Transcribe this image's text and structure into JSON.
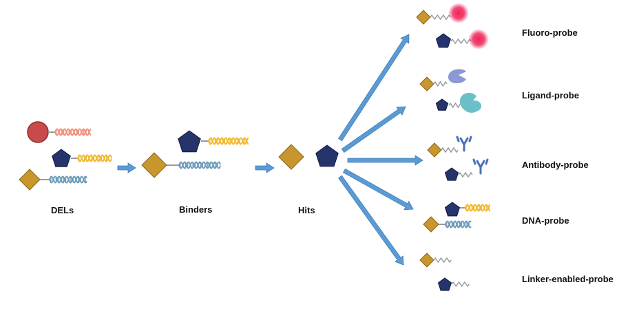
{
  "stage_labels": {
    "dels": "DELs",
    "binders": "Binders",
    "hits": "Hits"
  },
  "probe_labels": [
    "Fluoro-probe",
    "Ligand-probe",
    "Antibody-probe",
    "DNA-probe",
    "Linker-enabled-probe"
  ],
  "colors": {
    "diamond": "#C9962E",
    "pentagon": "#25346B",
    "circle": "#C94A4A",
    "arrow": "#5B9BD5",
    "dna_salmon": "#F0907A",
    "dna_yellow": "#F2B92A",
    "dna_blue": "#6F9BB8",
    "linker": "#9A9A9A",
    "fluor": "#F0265A",
    "ligand_lavender": "#8A98D6",
    "ligand_teal": "#6BC0C8",
    "antibody": "#4A6FB8"
  },
  "icons": [
    "diamond-shape",
    "pentagon-shape",
    "circle-shape",
    "dna-helix-icon",
    "fluorophore-glow-icon",
    "ligand-protein-icon",
    "antibody-icon",
    "linker-chain-icon"
  ]
}
